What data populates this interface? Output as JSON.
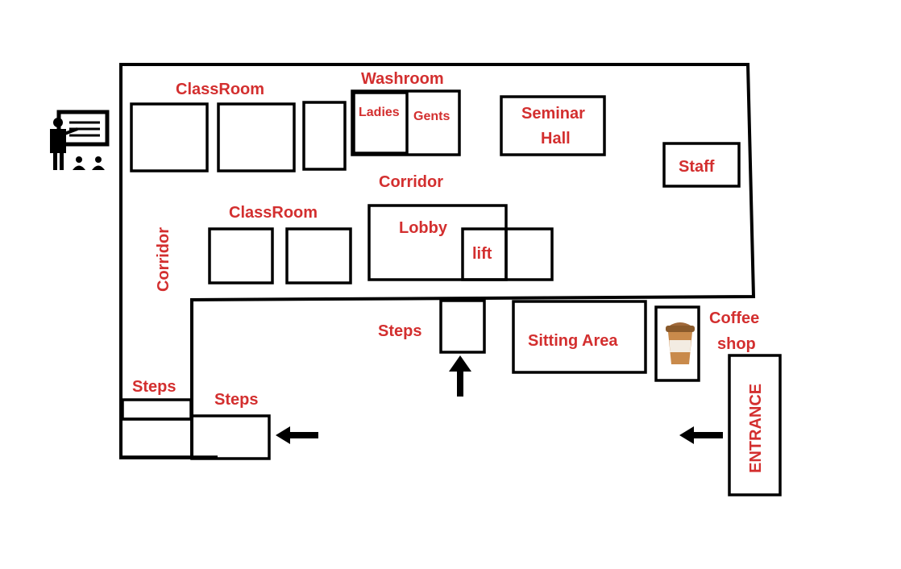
{
  "labels": {
    "classroom_top": "ClassRoom",
    "washroom": "Washroom",
    "ladies": "Ladies",
    "gents": "Gents",
    "seminar_line1": "Seminar",
    "seminar_line2": "Hall",
    "staff": "Staff",
    "corridor_top": "Corridor",
    "classroom_mid": "ClassRoom",
    "lobby": "Lobby",
    "lift": "lift",
    "corridor_left": "Corridor",
    "steps_center": "Steps",
    "sitting_area": "Sitting Area",
    "coffee_line1": "Coffee",
    "coffee_line2": "shop",
    "entrance": "ENTRANCE",
    "steps_left_upper": "Steps",
    "steps_left_lower": "Steps"
  },
  "icons": {
    "teacher": "teacher-board-icon",
    "coffee": "coffee-cup-icon",
    "arrow": "arrow-icon"
  },
  "colors": {
    "label": "#d32f2f",
    "lines": "#000000"
  }
}
